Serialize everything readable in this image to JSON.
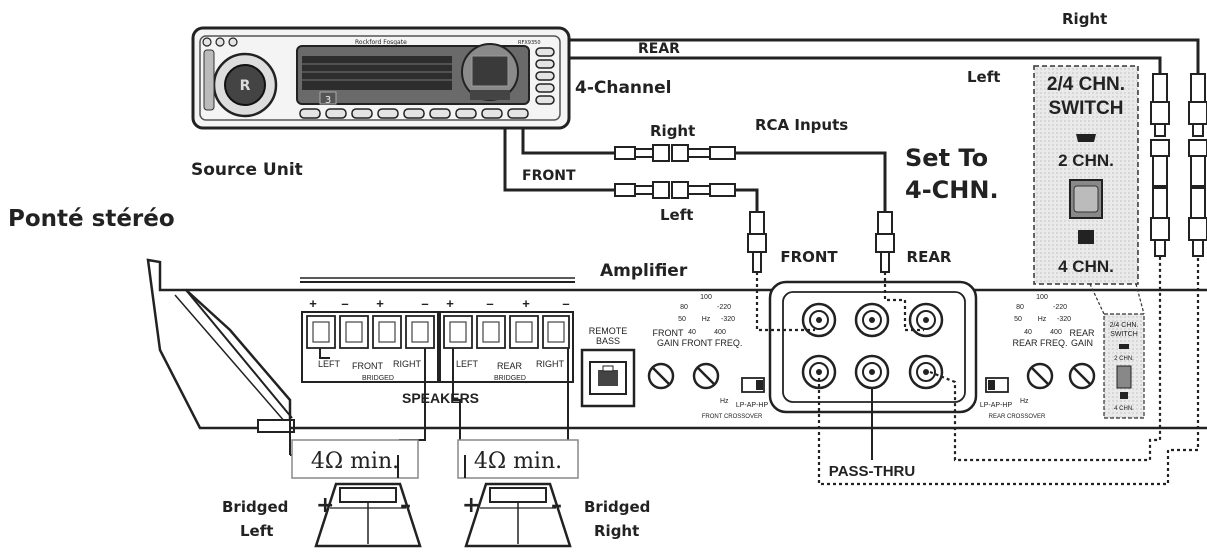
{
  "source_unit": {
    "label": "Source Unit",
    "brand": "Rockford Fosgate",
    "model_badge": "RFX9350",
    "display_digit": "3"
  },
  "title": "Ponté stéréo",
  "labels": {
    "four_channel": "4-Channel",
    "rca_inputs": "RCA Inputs",
    "rear": "REAR",
    "front": "FRONT",
    "right_top": "Right",
    "left_top": "Left",
    "right_rca": "Right",
    "left_rca": "Left",
    "set_to_line1": "Set To",
    "set_to_line2": "4-CHN.",
    "amplifier": "Amplifier",
    "front_jack": "FRONT",
    "rear_jack": "REAR",
    "pass_thru": "PASS-THRU",
    "speakers": "SPEAKERS"
  },
  "switch_box": {
    "title_line1": "2/4 CHN.",
    "title_line2": "SWITCH",
    "opt1": "2 CHN.",
    "opt2": "4 CHN."
  },
  "terminals": {
    "polarity": [
      "+",
      "–",
      "+",
      "–",
      "+",
      "–",
      "+",
      "–"
    ],
    "group1": [
      "LEFT",
      "FRONT",
      "RIGHT"
    ],
    "group1_bridged": "BRIDGED",
    "group2": [
      "LEFT",
      "REAR",
      "RIGHT"
    ],
    "group2_bridged": "BRIDGED"
  },
  "controls": {
    "remote_bass_1": "REMOTE",
    "remote_bass_2": "BASS",
    "front_gain_1": "FRONT",
    "front_gain_2": "GAIN",
    "front_freq": "FRONT FREQ.",
    "hz": "Hz",
    "freq_ticks": [
      "100",
      "80",
      "-220",
      "50",
      "-320",
      "40",
      "400"
    ],
    "lp_ap_hp": "LP-AP-HP",
    "front_crossover": "FRONT CROSSOVER",
    "rear_freq": "REAR FREQ.",
    "rear_gain_1": "REAR",
    "rear_gain_2": "GAIN",
    "rear_crossover": "REAR CROSSOVER",
    "mini_switch_1": "2/4 CHN.",
    "mini_switch_2": "SWITCH",
    "mini_2ch": "2 CHN.",
    "mini_4ch": "4 CHN."
  },
  "impedance": {
    "left": "4Ω min.",
    "right": "4Ω min."
  },
  "speakers": {
    "left_line1": "Bridged",
    "left_line2": "Left",
    "right_line1": "Bridged",
    "right_line2": "Right",
    "plus": "+",
    "minus": "–"
  }
}
